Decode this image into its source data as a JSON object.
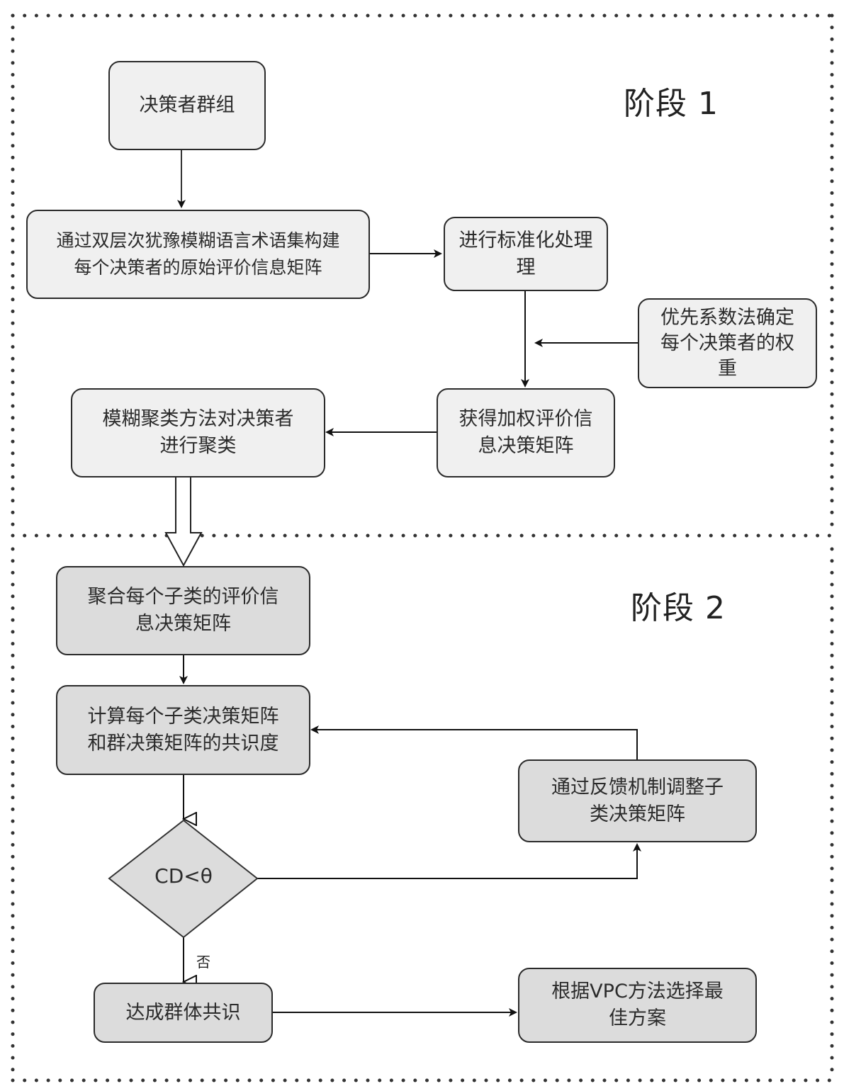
{
  "diagram": {
    "type": "flowchart",
    "phases": [
      {
        "id": "phase1",
        "label": "阶段 1"
      },
      {
        "id": "phase2",
        "label": "阶段 2"
      }
    ],
    "nodes": {
      "decision_makers": {
        "label": "决策者群组",
        "icon": "people-group-icon",
        "phase": 1
      },
      "build_matrix": {
        "label": "通过双层次犹豫模糊语言术语集构建\n每个决策者的原始评价信息矩阵",
        "phase": 1
      },
      "normalize": {
        "label": "进行标准化处理\n理",
        "phase": 1
      },
      "weights": {
        "label": "优先系数法确定\n每个决策者的权\n重",
        "phase": 1
      },
      "weighted_matrix": {
        "label": "获得加权评价信\n息决策矩阵",
        "phase": 1
      },
      "clustering": {
        "label": "模糊聚类方法对决策者\n进行聚类",
        "phase": 1
      },
      "aggregate": {
        "label": "聚合每个子类的评价信\n息决策矩阵",
        "phase": 2
      },
      "consensus_degree": {
        "label": "计算每个子类决策矩阵\n和群决策矩阵的共识度",
        "phase": 2
      },
      "decision": {
        "label": "CD<θ",
        "shape": "diamond",
        "phase": 2
      },
      "feedback": {
        "label": "通过反馈机制调整子\n类决策矩阵",
        "phase": 2
      },
      "reach_consensus": {
        "label": "达成群体共识",
        "phase": 2
      },
      "select_best": {
        "label": "根据VPC方法选择最\n佳方案",
        "phase": 2
      }
    },
    "edges": [
      {
        "from": "decision_makers",
        "to": "build_matrix"
      },
      {
        "from": "build_matrix",
        "to": "normalize"
      },
      {
        "from": "normalize",
        "to": "weighted_matrix"
      },
      {
        "from": "weights",
        "to": "normalize-weighted-link"
      },
      {
        "from": "weighted_matrix",
        "to": "clustering"
      },
      {
        "from": "clustering",
        "to": "aggregate",
        "style": "block-arrow"
      },
      {
        "from": "aggregate",
        "to": "consensus_degree"
      },
      {
        "from": "consensus_degree",
        "to": "decision"
      },
      {
        "from": "decision",
        "to": "feedback"
      },
      {
        "from": "feedback",
        "to": "consensus_degree"
      },
      {
        "from": "decision",
        "to": "reach_consensus",
        "label": "否"
      },
      {
        "from": "reach_consensus",
        "to": "select_best"
      }
    ],
    "colors": {
      "stage1_fill": "#f0f0f0",
      "stage2_fill": "#dcdcdc",
      "stroke": "#2a2a2a"
    }
  }
}
